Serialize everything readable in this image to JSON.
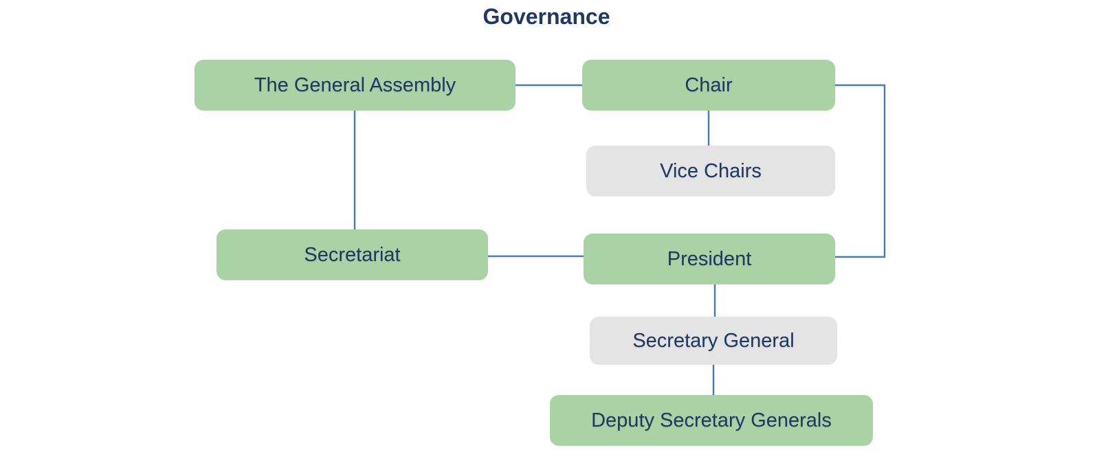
{
  "title": "Governance",
  "colors": {
    "node_green": "#aad3a5",
    "node_gray": "#e4e4e4",
    "connector_blue": "#4a7cba",
    "text_navy": "#1f3864",
    "background": "#ffffff"
  },
  "diagram": {
    "type": "org-chart",
    "nodes": [
      {
        "id": "general-assembly",
        "label": "The General Assembly",
        "color": "green"
      },
      {
        "id": "chair",
        "label": "Chair",
        "color": "green"
      },
      {
        "id": "vice-chairs",
        "label": "Vice Chairs",
        "color": "gray"
      },
      {
        "id": "secretariat",
        "label": "Secretariat",
        "color": "green"
      },
      {
        "id": "president",
        "label": "President",
        "color": "green"
      },
      {
        "id": "secretary-general",
        "label": "Secretary General",
        "color": "gray"
      },
      {
        "id": "deputy-secretary-generals",
        "label": "Deputy Secretary Generals",
        "color": "green"
      }
    ],
    "edges": [
      {
        "from": "general-assembly",
        "to": "chair"
      },
      {
        "from": "chair",
        "to": "vice-chairs"
      },
      {
        "from": "general-assembly",
        "to": "secretariat"
      },
      {
        "from": "secretariat",
        "to": "president"
      },
      {
        "from": "chair",
        "to": "president"
      },
      {
        "from": "president",
        "to": "secretary-general"
      },
      {
        "from": "secretary-general",
        "to": "deputy-secretary-generals"
      }
    ]
  }
}
